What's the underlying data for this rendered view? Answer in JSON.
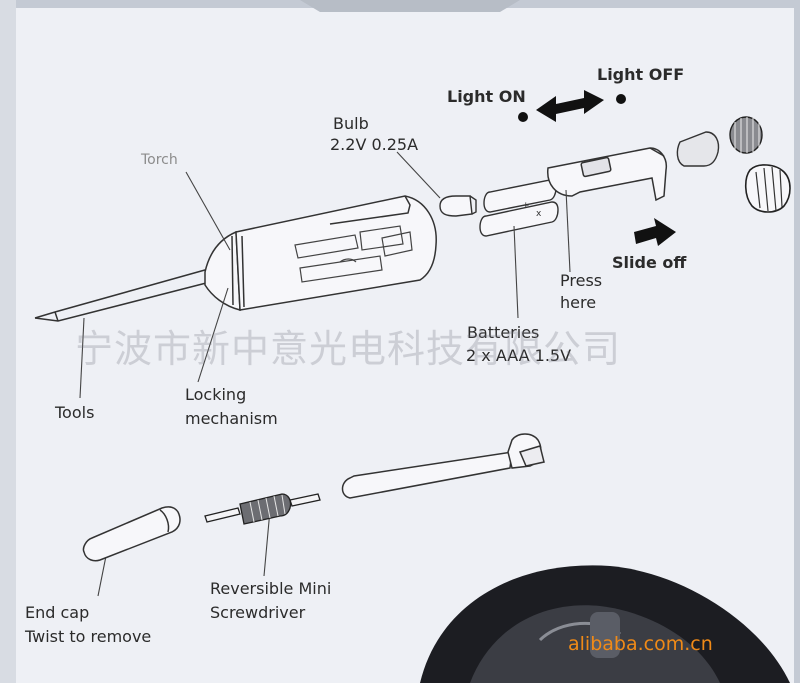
{
  "labels": {
    "light_on": "Light ON",
    "light_off": "Light OFF",
    "bulb_title": "Bulb",
    "bulb_spec": "2.2V 0.25A",
    "torch": "Torch",
    "slide_off": "Slide off",
    "press_line1": "Press",
    "press_line2": "here",
    "batteries_title": "Batteries",
    "batteries_spec": "2 x AAA 1.5V",
    "tools": "Tools",
    "locking_line1": "Locking",
    "locking_line2": "mechanism",
    "reversible_line1": "Reversible Mini",
    "reversible_line2": "Screwdriver",
    "endcap_line1": "End cap",
    "endcap_line2": "Twist to remove"
  },
  "watermark": "宁波市新中意光电科技有限公司",
  "site": "alibaba.com.cn",
  "colors": {
    "paper": "#eef0f5",
    "ink": "#2b2b2b",
    "watermark": "#8c8c96",
    "site_text": "#f08a17",
    "frame": "#c4cad4"
  }
}
